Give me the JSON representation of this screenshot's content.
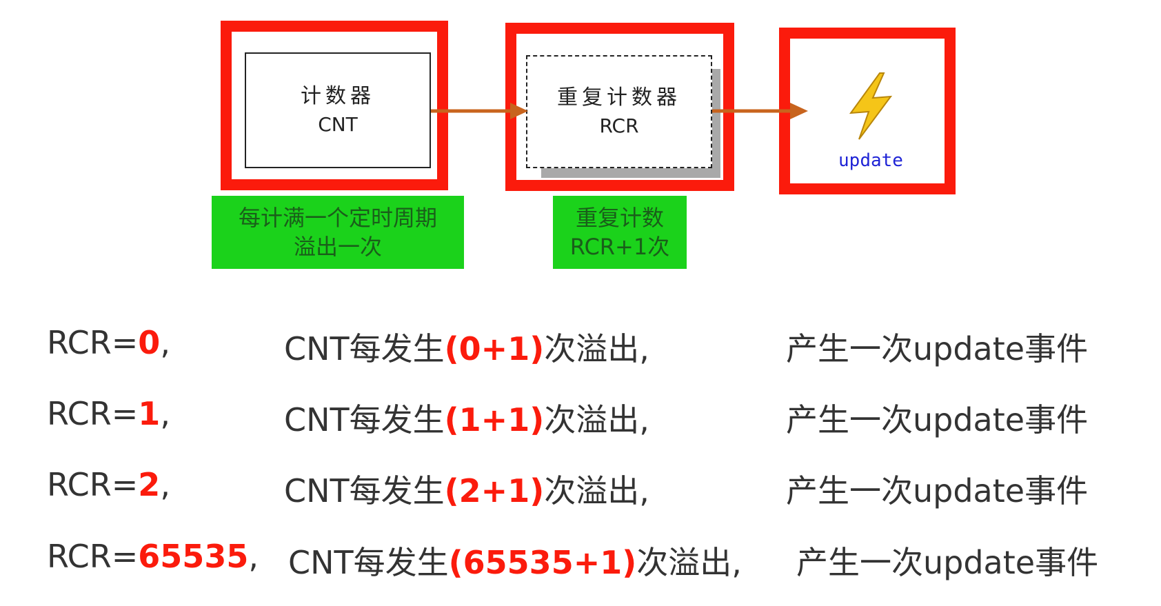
{
  "diagram": {
    "nodes": {
      "cnt": {
        "title_zh": "计数器",
        "title_en": "CNT"
      },
      "rcr": {
        "title_zh": "重复计数器",
        "title_en": "RCR"
      },
      "update": {
        "label": "update",
        "icon": "lightning-icon"
      }
    },
    "notes": {
      "cnt_line1": "每计满一个定时周期",
      "cnt_line2": "溢出一次",
      "rcr_line1": "重复计数",
      "rcr_line2": "RCR+1次"
    },
    "edges": [
      {
        "from": "cnt",
        "to": "rcr"
      },
      {
        "from": "rcr",
        "to": "update"
      }
    ]
  },
  "rows": [
    {
      "prefix": "RCR=",
      "value": "0",
      "comma1": ",",
      "mid_a": "CNT每发生",
      "expr": "(0+1)",
      "mid_b": "次溢出,",
      "suffix": "产生一次update事件"
    },
    {
      "prefix": "RCR=",
      "value": "1",
      "comma1": ",",
      "mid_a": "CNT每发生",
      "expr": "(1+1)",
      "mid_b": "次溢出,",
      "suffix": "产生一次update事件"
    },
    {
      "prefix": "RCR=",
      "value": "2",
      "comma1": ",",
      "mid_a": "CNT每发生",
      "expr": "(2+1)",
      "mid_b": "次溢出,",
      "suffix": "产生一次update事件"
    },
    {
      "prefix": "RCR=",
      "value": "65535",
      "comma1": ",",
      "mid_a": "CNT每发生",
      "expr": "(65535+1)",
      "mid_b": "次溢出,",
      "suffix": "产生一次update事件"
    }
  ],
  "colors": {
    "highlight_red": "#fb1b0c",
    "note_green": "#1bd21b",
    "arrow_orange": "#c8641e",
    "update_blue": "#1f24d6",
    "lightning_yellow": "#f5c518"
  }
}
